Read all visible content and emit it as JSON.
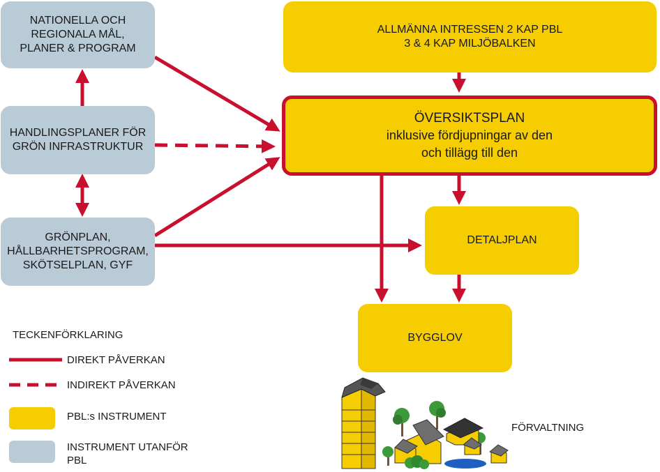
{
  "colors": {
    "direct": "#c8102e",
    "pbl_instrument": "#f6cd00",
    "external_instrument": "#b9cbd6",
    "highlight_border": "#c8102e"
  },
  "nodes": {
    "national": {
      "lines": [
        "NATIONELLA OCH",
        "REGIONALA MÅL,",
        "PLANER & PROGRAM"
      ]
    },
    "action_plans": {
      "lines": [
        "HANDLINGSPLANER FÖR",
        "GRÖN INFRASTRUKTUR"
      ]
    },
    "green_plan": {
      "lines": [
        "GRÖNPLAN,",
        "HÅLLBARHETSPROGRAM,",
        "SKÖTSELPLAN, GYF"
      ]
    },
    "public_interests": {
      "lines": [
        "ALLMÄNNA INTRESSEN 2 KAP PBL",
        "3 & 4 KAP MILJÖBALKEN"
      ]
    },
    "overview_plan": {
      "lines": [
        "ÖVERSIKTSPLAN",
        "inklusive fördjupningar av den",
        "och tillägg till den"
      ]
    },
    "detail_plan": {
      "lines": [
        "DETALJPLAN"
      ]
    },
    "building_permit": {
      "lines": [
        "BYGGLOV"
      ]
    }
  },
  "legend": {
    "title": "TECKENFÖRKLARING",
    "direct": "DIREKT PÅVERKAN",
    "indirect": "INDIREKT PÅVERKAN",
    "pbl": "PBL:s INSTRUMENT",
    "external_line1": "INSTRUMENT UTANFÖR",
    "external_line2": "PBL"
  },
  "illustration": {
    "label": "FÖRVALTNING"
  },
  "edges": [
    {
      "from": "action_plans",
      "to": "national",
      "style": "solid",
      "heads": "end"
    },
    {
      "from": "action_plans",
      "to": "green_plan",
      "style": "solid",
      "heads": "both"
    },
    {
      "from": "national",
      "to": "overview_plan",
      "style": "solid",
      "heads": "end"
    },
    {
      "from": "action_plans",
      "to": "overview_plan",
      "style": "dashed",
      "heads": "end"
    },
    {
      "from": "green_plan",
      "to": "overview_plan",
      "style": "solid",
      "heads": "end"
    },
    {
      "from": "green_plan",
      "to": "detail_plan",
      "style": "solid",
      "heads": "end"
    },
    {
      "from": "public_interests",
      "to": "overview_plan",
      "style": "solid",
      "heads": "end"
    },
    {
      "from": "overview_plan",
      "to": "detail_plan",
      "style": "solid",
      "heads": "end"
    },
    {
      "from": "overview_plan",
      "to": "building_permit",
      "style": "solid",
      "heads": "end"
    },
    {
      "from": "detail_plan",
      "to": "building_permit",
      "style": "solid",
      "heads": "end"
    }
  ]
}
